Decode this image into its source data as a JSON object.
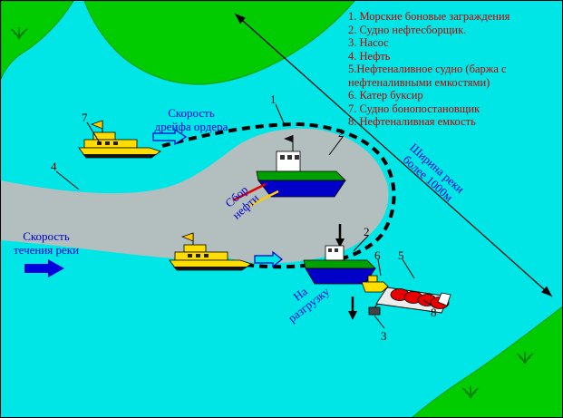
{
  "legend": {
    "items": [
      "1. Морские боновые заграждения",
      "2. Судно нефтесборщик.",
      "3. Насос",
      "4. Нефть",
      "5.Нефтеналивное судно (баржа с нефтеналивными емкостями)",
      "6. Катер буксир",
      "7. Судно бонопостановщик",
      "8. Нефтеналивная емкость"
    ]
  },
  "labels": {
    "drift_l1": "Скорость",
    "drift_l2": "дрейфа ордера",
    "current_l1": "Скорость",
    "current_l2": "течения реки",
    "collect_l1": "Сбор",
    "collect_l2": "нефти",
    "unload_l1": "На",
    "unload_l2": "разгрузку",
    "width_l1": "Ширина реки",
    "width_l2": "более 1000м"
  },
  "callouts": {
    "n1": "1",
    "n2": "2",
    "n2b": "2",
    "n3": "3",
    "n4": "4",
    "n5": "5",
    "n6": "6",
    "n7": "7",
    "n8": "8"
  },
  "colors": {
    "water": "#00e6e6",
    "land": "#00cc00",
    "oil_slick": "#b3bebe",
    "label_blue": "#0000cc",
    "legend_red": "#c00000",
    "boat_yellow": "#ffdd00",
    "ship_green": "#00a000",
    "hull_blue": "#0000c8",
    "tank_red": "#e80000"
  }
}
